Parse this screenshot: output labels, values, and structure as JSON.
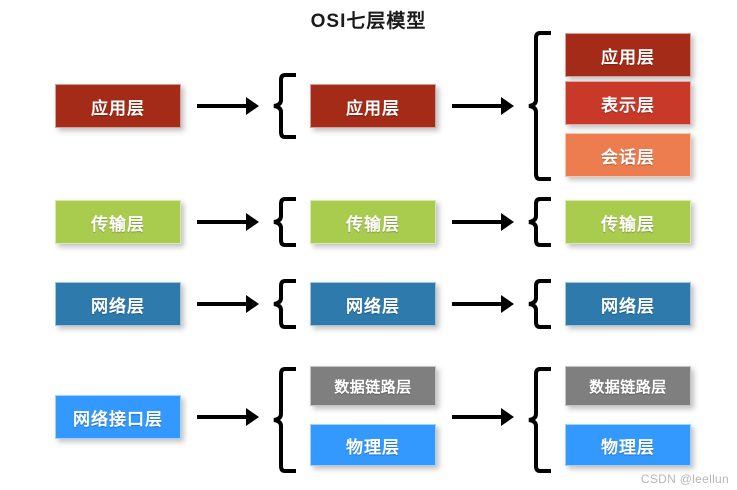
{
  "title": "OSI七层模型",
  "watermark": "CSDN @leellun",
  "colors": {
    "application_dark_red": "#A32B17",
    "presentation_red": "#C9392A",
    "session_orange": "#ED7D4E",
    "transport_green": "#A9CC4F",
    "network_steel_blue": "#2E7AAD",
    "interface_blue": "#3399FF",
    "datalink_gray": "#7F7F7F",
    "physical_blue": "#3399FF",
    "arrow_black": "#000000",
    "title_black": "#1A1A1A",
    "watermark_gray": "#B6B6B6"
  },
  "columns": [
    {
      "name": "tcpip-four-layer",
      "groups": [
        {
          "boxes": [
            {
              "label": "应用层",
              "color": "#A32B17"
            }
          ]
        },
        {
          "boxes": [
            {
              "label": "传输层",
              "color": "#A9CC4F"
            }
          ]
        },
        {
          "boxes": [
            {
              "label": "网络层",
              "color": "#2E7AAD"
            }
          ]
        },
        {
          "boxes": [
            {
              "label": "网络接口层",
              "color": "#3399FF"
            }
          ]
        }
      ]
    },
    {
      "name": "tcpip-five-layer",
      "groups": [
        {
          "boxes": [
            {
              "label": "应用层",
              "color": "#A32B17"
            }
          ]
        },
        {
          "boxes": [
            {
              "label": "传输层",
              "color": "#A9CC4F"
            }
          ]
        },
        {
          "boxes": [
            {
              "label": "网络层",
              "color": "#2E7AAD"
            }
          ]
        },
        {
          "boxes": [
            {
              "label": "数据链路层",
              "color": "#7F7F7F"
            },
            {
              "label": "物理层",
              "color": "#3399FF"
            }
          ]
        }
      ]
    },
    {
      "name": "osi-seven-layer",
      "groups": [
        {
          "boxes": [
            {
              "label": "应用层",
              "color": "#A32B17"
            },
            {
              "label": "表示层",
              "color": "#C9392A"
            },
            {
              "label": "会话层",
              "color": "#ED7D4E"
            }
          ]
        },
        {
          "boxes": [
            {
              "label": "传输层",
              "color": "#A9CC4F"
            }
          ]
        },
        {
          "boxes": [
            {
              "label": "网络层",
              "color": "#2E7AAD"
            }
          ]
        },
        {
          "boxes": [
            {
              "label": "数据链路层",
              "color": "#7F7F7F"
            },
            {
              "label": "物理层",
              "color": "#3399FF"
            }
          ]
        }
      ]
    }
  ],
  "arrows": [
    {
      "name": "arrow-row1-col1-col2"
    },
    {
      "name": "arrow-row1-col2-col3"
    },
    {
      "name": "arrow-row2-col1-col2"
    },
    {
      "name": "arrow-row2-col2-col3"
    },
    {
      "name": "arrow-row3-col1-col2"
    },
    {
      "name": "arrow-row3-col2-col3"
    },
    {
      "name": "arrow-row4-col1-col2"
    },
    {
      "name": "arrow-row4-col2-col3"
    }
  ]
}
